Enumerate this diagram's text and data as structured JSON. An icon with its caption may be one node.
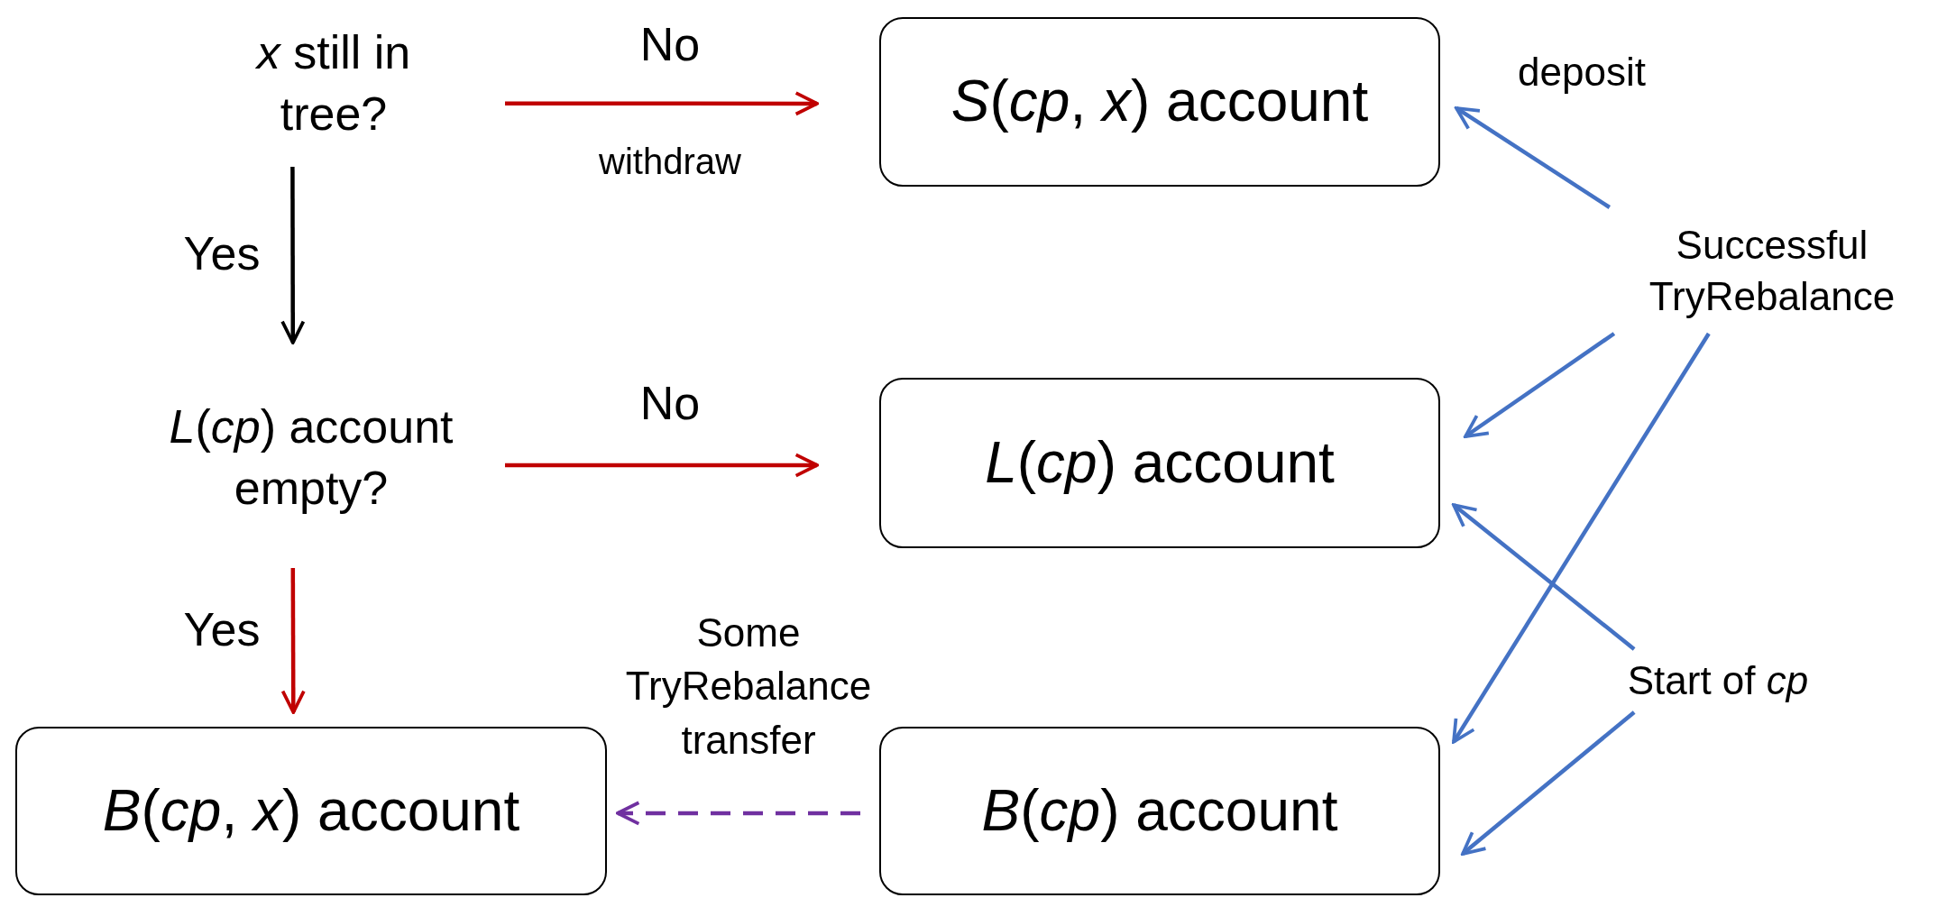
{
  "diagram": {
    "nodes": [
      {
        "text": [
          "*x* still in tree?"
        ]
      },
      {
        "text": [
          "*S*(*cp*, *x*) account"
        ]
      },
      {
        "text": [
          "*L*(*cp*) account empty?"
        ]
      },
      {
        "text": [
          "*L*(*cp*) account"
        ]
      },
      {
        "text": [
          "*B*(*cp*, *x*) account"
        ]
      },
      {
        "text": [
          "*B*(*cp*) account"
        ]
      },
      {
        "text": [
          "Successful TryRebalance"
        ]
      },
      {
        "text": [
          "Start of *cp*"
        ]
      }
    ],
    "edges": [
      {
        "from": 0,
        "to": 1,
        "arrow": "to",
        "label": "No",
        "color": "#c00000"
      },
      {
        "from": 0,
        "to": 2,
        "arrow": "to",
        "label": "Yes",
        "color": "#000000"
      },
      {
        "from": 2,
        "to": 3,
        "arrow": "to",
        "label": "No",
        "color": "#c00000"
      },
      {
        "from": 2,
        "to": 4,
        "arrow": "to",
        "label": "Yes",
        "color": "#c00000"
      },
      {
        "from": 5,
        "to": 4,
        "arrow": "to",
        "label": "Some TryRebalance transfer",
        "style": "dashed",
        "color": "#7030a0"
      },
      {
        "from": 6,
        "to": 1,
        "arrow": "to",
        "label": "deposit"
      },
      {
        "from": 6,
        "to": 3,
        "arrow": "to"
      },
      {
        "from": 6,
        "to": 5,
        "arrow": "to"
      },
      {
        "from": 7,
        "to": 3,
        "arrow": "to"
      },
      {
        "from": 7,
        "to": 5,
        "arrow": "to"
      }
    ],
    "labels": [
      "withdraw"
    ]
  }
}
